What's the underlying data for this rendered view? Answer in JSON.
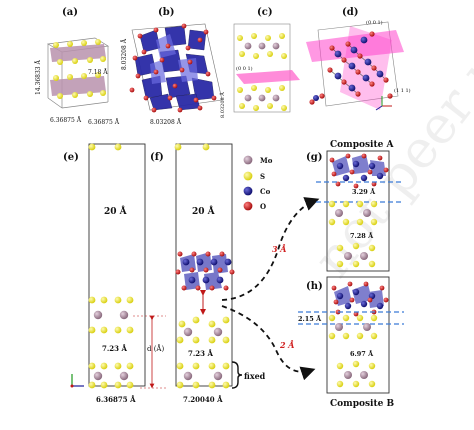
{
  "panel_labels": {
    "a": "(a)",
    "b": "(b)",
    "c": "(c)",
    "d": "(d)",
    "e": "(e)",
    "f": "(f)",
    "g": "(g)",
    "h": "(h)"
  },
  "panel_a": {
    "dim_vertical": "14.36833 Å",
    "dim_inner": "7.18 Å",
    "dim_bottom_left": "6.36875 Å",
    "dim_bottom_right": "6.36875 Å"
  },
  "panel_b": {
    "dim_left": "8.03208 Å",
    "dim_bottom": "8.03208 Å",
    "dim_right": "8.03208 Å"
  },
  "panel_c": {
    "plane_label": "(0 0 1)"
  },
  "panel_d": {
    "plane_label_top": "(0 0 1)",
    "plane_label_right": "(1 1 1)"
  },
  "panel_e": {
    "vacuum_label": "20 Å",
    "spacing_label": "7.23 Å",
    "distance_label": "d (Å)",
    "bottom_dim": "6.36875 Å"
  },
  "panel_f": {
    "vacuum_label": "20 Å",
    "spacing_label": "7.23 Å",
    "bottom_dim": "7.20040 Å",
    "fixed_label": "fixed"
  },
  "legend": [
    {
      "label": "Mo",
      "color": "#a8879c"
    },
    {
      "label": "S",
      "color": "#f2ec36"
    },
    {
      "label": "Co",
      "color": "#1c1c9a"
    },
    {
      "label": "O",
      "color": "#d61f1f"
    }
  ],
  "arrow_labels": {
    "upper": "3 Å",
    "lower": "2 Å",
    "color": "#d02020"
  },
  "composite_a": {
    "title": "Composite A",
    "gap": "3.29 Å",
    "spacing": "7.28 Å"
  },
  "composite_b": {
    "title": "Composite B",
    "gap": "2.15 Å",
    "spacing": "6.97 Å"
  },
  "watermark": "not peer reviewed"
}
